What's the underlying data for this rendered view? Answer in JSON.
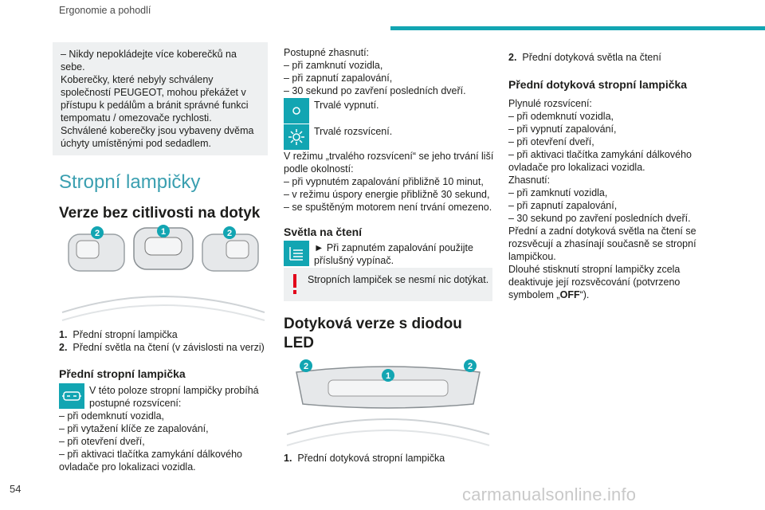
{
  "header": {
    "section": "Ergonomie a pohodlí",
    "page_number": "54"
  },
  "watermark": "carmanualsonline.info",
  "col1": {
    "note_lines": [
      "– Nikdy nepokládejte více koberečků na",
      "sebe.",
      "Koberečky, které nebyly schváleny",
      "společností PEUGEOT, mohou překážet v",
      "přístupu k pedálům a bránit správné funkci",
      "tempomatu / omezovače rychlosti.",
      "Schválené koberečky jsou vybaveny dvěma",
      "úchyty umístěnými pod sedadlem."
    ],
    "section_title": "Stropní lampičky",
    "subtitle": "Verze bez citlivosti na dotyk",
    "legend": [
      {
        "num": "1.",
        "text": "Přední stropní lampička"
      },
      {
        "num": "2.",
        "text": "Přední světla na čtení (v závislosti na verzi)"
      }
    ],
    "h3": "Přední stropní lampička",
    "icon_text_lines": [
      "V této poloze stropní lampičky probíhá",
      "postupné rozsvícení:"
    ],
    "list_lines": [
      "– při odemknutí vozidla,",
      "– při vytažení klíče ze zapalování,",
      "– při otevření dveří,",
      "– při aktivaci tlačítka zamykání dálkového",
      "ovladače pro lokalizaci vozidla."
    ]
  },
  "col2": {
    "top_lines": [
      "Postupné zhasnutí:",
      "– při zamknutí vozidla,",
      "– při zapnutí zapalování,",
      "– 30 sekund po zavření posledních dveří."
    ],
    "off_label": "Trvalé vypnutí.",
    "on_label": "Trvalé rozsvícení.",
    "mode_lines": [
      "V režimu „trvalého rozsvícení“ se jeho trvání liší",
      "podle okolností:",
      "– při vypnutém zapalování přibližně 10 minut,",
      "– v režimu úspory energie přibližně 30 sekund,",
      "– se spuštěným motorem není trvání omezeno."
    ],
    "h3": "Světla na čtení",
    "reading_lines": [
      "► Při zapnutém zapalování použijte",
      "příslušný vypínač."
    ],
    "caution": "Stropních lampiček se nesmí nic dotýkat.",
    "subtitle_lines": [
      "Dotyková verze s diodou",
      "LED"
    ],
    "legend": [
      {
        "num": "1.",
        "text": "Přední dotyková stropní lampička"
      }
    ]
  },
  "col3": {
    "legend": [
      {
        "num": "2.",
        "text": "Přední dotyková světla na čtení"
      }
    ],
    "h3": "Přední dotyková stropní lampička",
    "lines": [
      "Plynulé rozsvícení:",
      "– při odemknutí vozidla,",
      "– při vypnutí zapalování,",
      "– při otevření dveří,",
      "– při aktivaci tlačítka zamykání dálkového",
      "ovladače pro lokalizaci vozidla.",
      "Zhasnutí:",
      "– při zamknutí vozidla,",
      "– při zapnutí zapalování,",
      "– 30 sekund po zavření posledních dveří.",
      "Přední a zadní dotyková světla na čtení se",
      "rozsvěcují a zhasínají současně se stropní",
      "lampičkou.",
      "Dlouhé stisknutí stropní lampičky zcela",
      "deaktivuje její rozsvěcování (potvrzeno"
    ],
    "last_line_prefix": "symbolem „",
    "last_line_bold": "OFF",
    "last_line_suffix": "“)."
  },
  "figure_labels": {
    "one": "1",
    "two": "2"
  },
  "colors": {
    "accent": "#12a5b2",
    "caution": "#e2001a",
    "heading_blue": "#3a9fb0"
  }
}
